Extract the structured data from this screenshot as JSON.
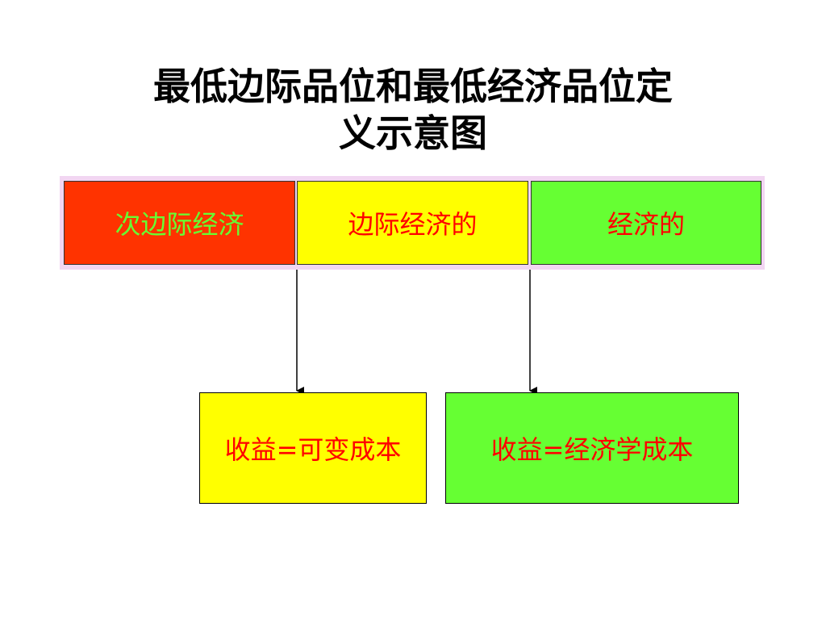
{
  "title": {
    "line1": "最低边际品位和最低经济品位定",
    "line2": "义示意图"
  },
  "categories": [
    {
      "label": "次边际经济",
      "color": "#ff3300",
      "text_color": "#66ff33"
    },
    {
      "label": "边际经济的",
      "color": "#ffff00",
      "text_color": "#ff0000"
    },
    {
      "label": "经济的",
      "color": "#66ff33",
      "text_color": "#ff0000"
    }
  ],
  "boxes": [
    {
      "label": "收益=可变成本",
      "color": "#ffff00"
    },
    {
      "label": "收益=经济学成本",
      "color": "#66ff33"
    }
  ]
}
